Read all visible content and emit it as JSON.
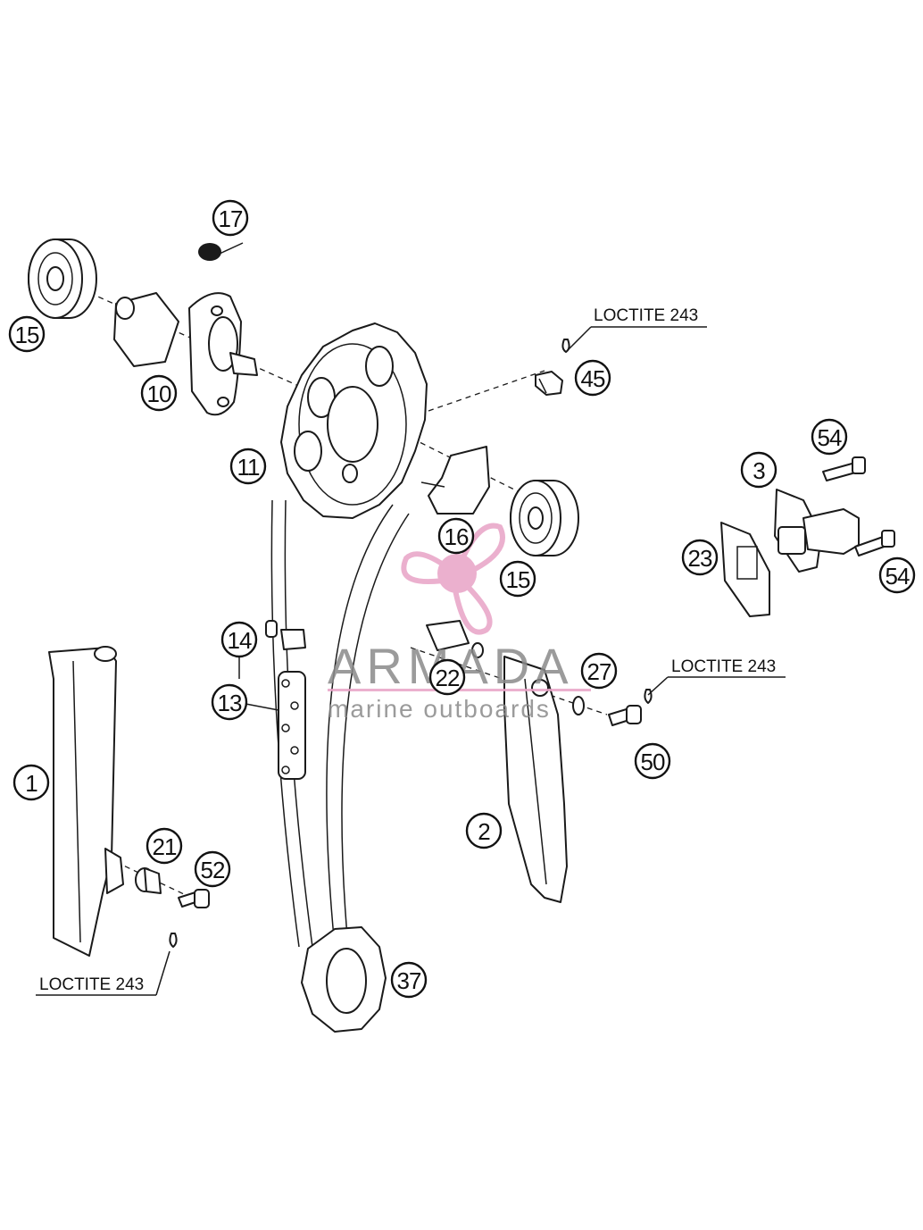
{
  "callouts": {
    "c1": "1",
    "c2": "2",
    "c3": "3",
    "c10": "10",
    "c11": "11",
    "c13": "13",
    "c14": "14",
    "c15a": "15",
    "c15b": "15",
    "c16": "16",
    "c17": "17",
    "c21": "21",
    "c22": "22",
    "c23": "23",
    "c27": "27",
    "c37": "37",
    "c45": "45",
    "c50": "50",
    "c52": "52",
    "c54a": "54",
    "c54b": "54"
  },
  "notes": {
    "loctite_top": "LOCTITE 243",
    "loctite_right": "LOCTITE 243",
    "loctite_left": "LOCTITE 243"
  },
  "watermark": {
    "brand": "ARMADA",
    "tagline": "marine outboards",
    "color": "#e8a3c6"
  }
}
